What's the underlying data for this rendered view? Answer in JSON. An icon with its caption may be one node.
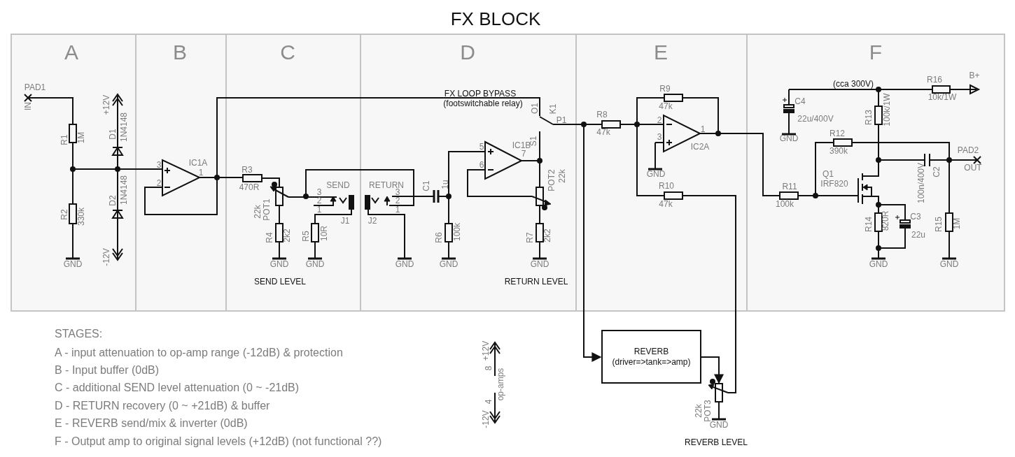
{
  "diagram": {
    "title": "FX BLOCK",
    "nodes": [
      {
        "text": [
          "REVERB",
          "(driver=>tank=>amp)"
        ]
      },
      {
        "text": [],
        "shape": "resistor",
        "beside": [
          "22k",
          "POT3"
        ]
      }
    ],
    "edges": [
      {
        "from": null,
        "to": 0,
        "arrow": "to"
      },
      {
        "from": 0,
        "to": 1,
        "arrow": "to"
      }
    ],
    "labels": [
      "A",
      "B",
      "C",
      "D",
      "E",
      "F",
      "PAD1",
      "IN",
      "+12V",
      "D1",
      "1N4148",
      "R1",
      "1M",
      "3",
      "IC1A",
      "1",
      "2",
      "D2",
      "1N4148",
      "R2",
      "330k",
      "-12V",
      "GND",
      "FX LOOP BYPASS",
      "(footswitchable relay)",
      "O1",
      "K1",
      "P1",
      "S1",
      "5",
      "IC1B",
      "7",
      "6",
      "R3",
      "470R",
      "SEND",
      "3",
      "2",
      "1",
      "RETURN",
      "3",
      "2",
      "1",
      "C1",
      "1u",
      "POT2",
      "22k",
      "22k",
      "POT1",
      "J1",
      "J2",
      "R4",
      "2k2",
      "R5",
      "10R",
      "R6",
      "100k",
      "R7",
      "2k2",
      "GND",
      "GND",
      "GND",
      "GND",
      "GND",
      "SEND LEVEL",
      "RETURN LEVEL",
      "R9",
      "(cca 300V)",
      "R16",
      "B+",
      "47k",
      "C4",
      "10k/1W",
      "R8",
      "2",
      "22u/400V",
      "R13",
      "100k/1W",
      "47k",
      "1",
      "GND",
      "R12",
      "3",
      "IC2A",
      "390k",
      "PAD2",
      "GND",
      "Q1",
      "C2",
      "OUT",
      "R10",
      "R11",
      "IRF820",
      "100n/400V",
      "47k",
      "100k",
      "R14",
      "820R",
      "C3",
      "R15",
      "1M",
      "22u",
      "GND",
      "GND",
      "STAGES:",
      "A - input attenuation to op-amp range (-12dB) & protection",
      "B - Input buffer (0dB)",
      "C - additional SEND level attenuation (0 ~ -21dB)",
      "D - RETURN recovery (0 ~ +21dB) & buffer",
      "E - REVERB send/mix & inverter (0dB)",
      "F - Output amp to original signal levels (+12dB) (not functional ??)",
      "+12V",
      "8",
      "op-amps",
      "4",
      "-12V",
      "GND",
      "REVERB LEVEL"
    ]
  }
}
